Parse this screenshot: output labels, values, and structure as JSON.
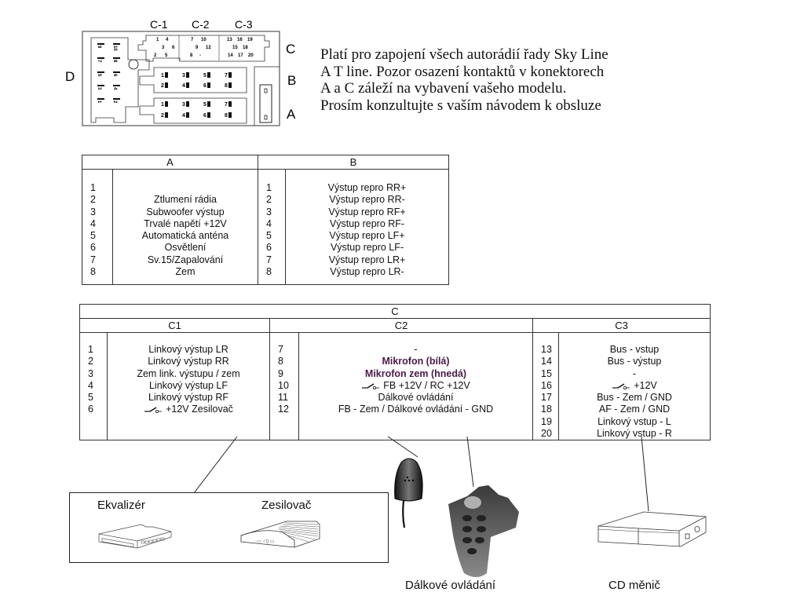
{
  "connector": {
    "top_labels": [
      "C-1",
      "C-2",
      "C-3"
    ],
    "side_labels": {
      "C": "C",
      "B": "B",
      "A": "A",
      "D": "D"
    },
    "c_pins_row1": [
      "1",
      "4",
      "7",
      "10",
      "13",
      "16",
      "19"
    ],
    "c_pins_row2": [
      "3",
      "6",
      "9",
      "12",
      "15",
      "18"
    ],
    "c_pins_row3": [
      "2",
      "5",
      "8",
      "-",
      "14",
      "17",
      "20"
    ],
    "d_pins": [
      [
        "9",
        "10"
      ],
      [
        "7",
        "8"
      ],
      [
        "5",
        "6"
      ],
      [
        "3",
        "4"
      ],
      [
        "1",
        "2"
      ]
    ],
    "b_pins": [
      [
        "1",
        "3",
        "5",
        "7"
      ],
      [
        "2",
        "4",
        "6",
        "8"
      ]
    ],
    "a_pins": [
      [
        "1",
        "3",
        "5",
        "7"
      ],
      [
        "2",
        "4",
        "6",
        "8"
      ]
    ]
  },
  "description": {
    "lines": [
      "Platí pro zapojení všech autorádií řady Sky Line",
      "A T line. Pozor osazení kontaktů v konektorech",
      "A a C záleží na vybavení vašeho modelu.",
      "Prosím konzultujte s vaším návodem k obsluze"
    ]
  },
  "table_ab": {
    "headers": [
      "A",
      "B"
    ],
    "a_rows": [
      {
        "num": "1",
        "text": ""
      },
      {
        "num": "2",
        "text": "Ztlumení rádia"
      },
      {
        "num": "3",
        "text": "Subwoofer výstup"
      },
      {
        "num": "4",
        "text": "Trvalé napětí +12V"
      },
      {
        "num": "5",
        "text": "Automatická anténa"
      },
      {
        "num": "6",
        "text": "Osvětlení"
      },
      {
        "num": "7",
        "text": "Sv.15/Zapalování"
      },
      {
        "num": "8",
        "text": "Zem"
      }
    ],
    "b_rows": [
      {
        "num": "1",
        "text": "Výstup repro RR+"
      },
      {
        "num": "2",
        "text": "Výstup repro RR-"
      },
      {
        "num": "3",
        "text": "Výstup repro RF+"
      },
      {
        "num": "4",
        "text": "Výstup repro RF-"
      },
      {
        "num": "5",
        "text": "Výstup repro LF+"
      },
      {
        "num": "6",
        "text": "Výstup repro LF-"
      },
      {
        "num": "7",
        "text": "Výstup repro LR+"
      },
      {
        "num": "8",
        "text": "Výstup repro LR-"
      }
    ]
  },
  "table_c": {
    "header": "C",
    "subheaders": [
      "C1",
      "C2",
      "C3"
    ],
    "c1_rows": [
      {
        "num": "1",
        "text": "Linkový výstup LR"
      },
      {
        "num": "2",
        "text": "Linkový výstup RR"
      },
      {
        "num": "3",
        "text": "Zem link. výstupu / zem"
      },
      {
        "num": "4",
        "text": "Linkový výstup LF"
      },
      {
        "num": "5",
        "text": "Linkový výstup RF"
      },
      {
        "num": "6",
        "text": "+12V Zesilovač",
        "switch_icon": true
      }
    ],
    "c2_rows": [
      {
        "num": "7",
        "text": "-"
      },
      {
        "num": "8",
        "text": "Mikrofon (bílá)",
        "highlight": true
      },
      {
        "num": "9",
        "text": "Mikrofon zem (hnedá)",
        "highlight": true
      },
      {
        "num": "10",
        "text": "FB +12V  / RC +12V",
        "switch_icon": true
      },
      {
        "num": "11",
        "text": "Dálkové ovládání"
      },
      {
        "num": "12",
        "text": "FB - Zem / Dálkové ovládání - GND"
      }
    ],
    "c3_rows": [
      {
        "num": "13",
        "text": "Bus - vstup"
      },
      {
        "num": "14",
        "text": "Bus - výstup"
      },
      {
        "num": "15",
        "text": "-"
      },
      {
        "num": "16",
        "text": "+12V",
        "switch_icon": true
      },
      {
        "num": "17",
        "text": "Bus - Zem / GND"
      },
      {
        "num": "18",
        "text": "AF  - Zem / GND"
      },
      {
        "num": "19",
        "text": "Linkový vstup - L"
      },
      {
        "num": "20",
        "text": "Linkový vstup - R"
      }
    ],
    "highlight_color": "#4a1a4a"
  },
  "devices": {
    "equalizer": "Ekvalizér",
    "amplifier": "Zesilovač",
    "remote": "Dálkové ovládání",
    "cd_changer": "CD měnič"
  }
}
